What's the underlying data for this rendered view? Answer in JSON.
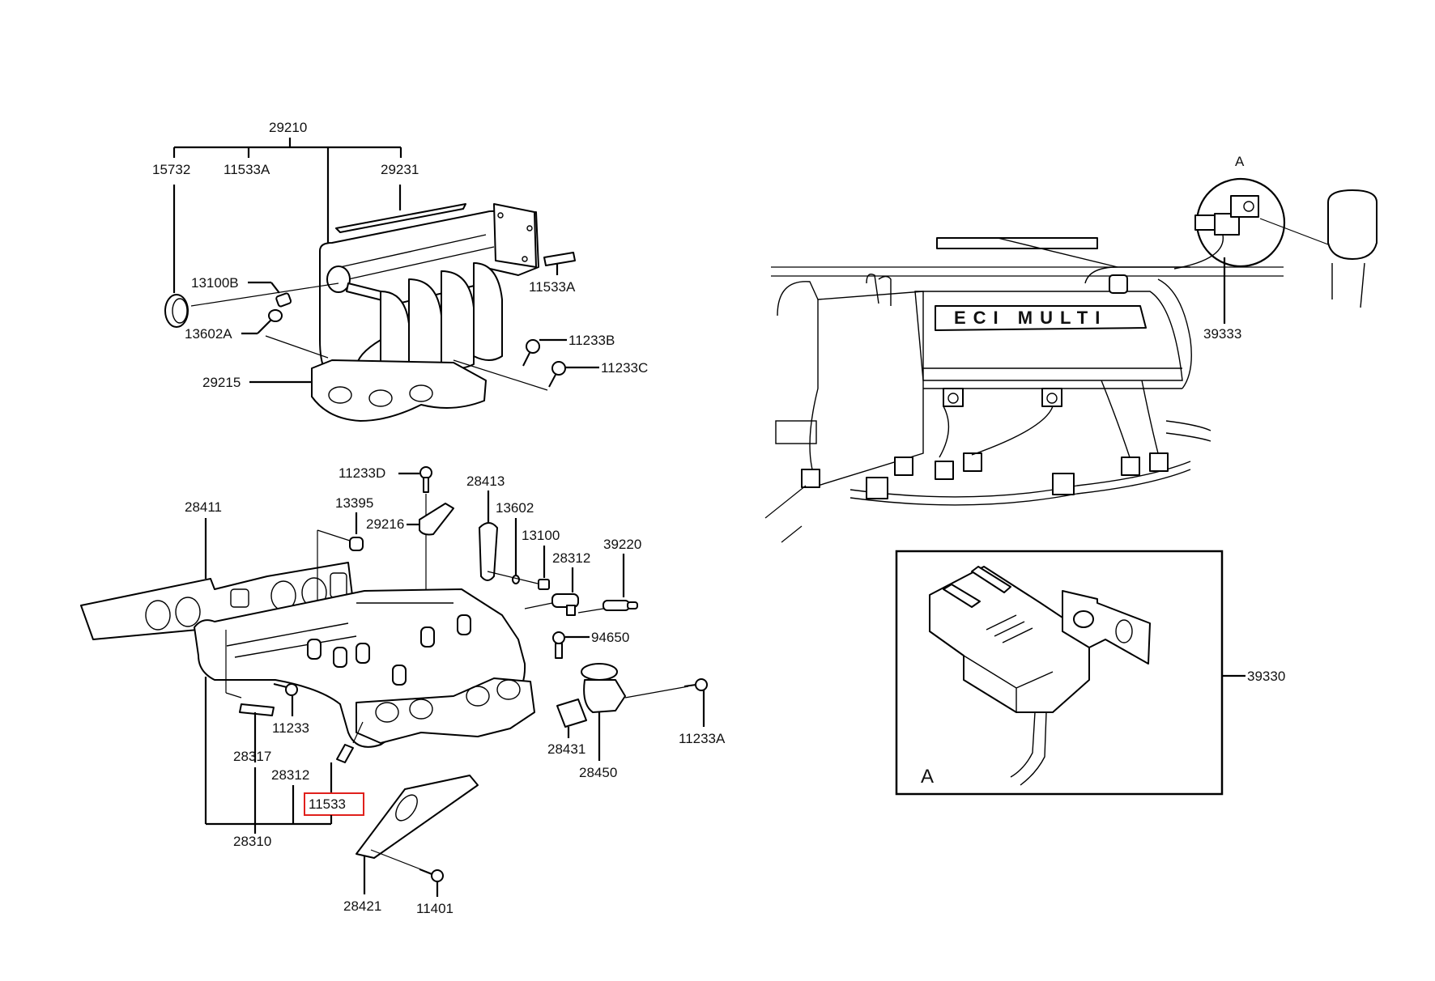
{
  "diagram": {
    "type": "exploded-parts-diagram",
    "title": "Intake / Exhaust Manifold Assembly",
    "highlight_color": "#e0201c",
    "groups": {
      "exhaust_manifold": {
        "labels": {
          "p29210": "29210",
          "p15732": "15732",
          "p11533A_top": "11533A",
          "p29231": "29231",
          "p11533A_stud": "11533A",
          "p13100B": "13100B",
          "p13602A": "13602A",
          "p11233B": "11233B",
          "p11233C": "11233C",
          "p29215": "29215"
        }
      },
      "intake_manifold": {
        "labels": {
          "p11233D": "11233D",
          "p28413": "28413",
          "p13602": "13602",
          "p13100": "13100",
          "p28411": "28411",
          "p13395": "13395",
          "p29216": "29216",
          "p28312_upper": "28312",
          "p39220": "39220",
          "p94650": "94650",
          "p11233": "11233",
          "p28317": "28317",
          "p28312_lower": "28312",
          "p11533": "11533",
          "p28310": "28310",
          "p28431": "28431",
          "p28450": "28450",
          "p11233A": "11233A",
          "p28421": "28421",
          "p11401": "11401"
        },
        "highlighted_part": "11533"
      },
      "engine_view": {
        "cover_text": "ECI MULTI",
        "detail_callout": "A",
        "labels": {
          "p39333": "39333"
        }
      },
      "detail_A": {
        "label": "A",
        "labels": {
          "p39330": "39330"
        }
      }
    }
  }
}
